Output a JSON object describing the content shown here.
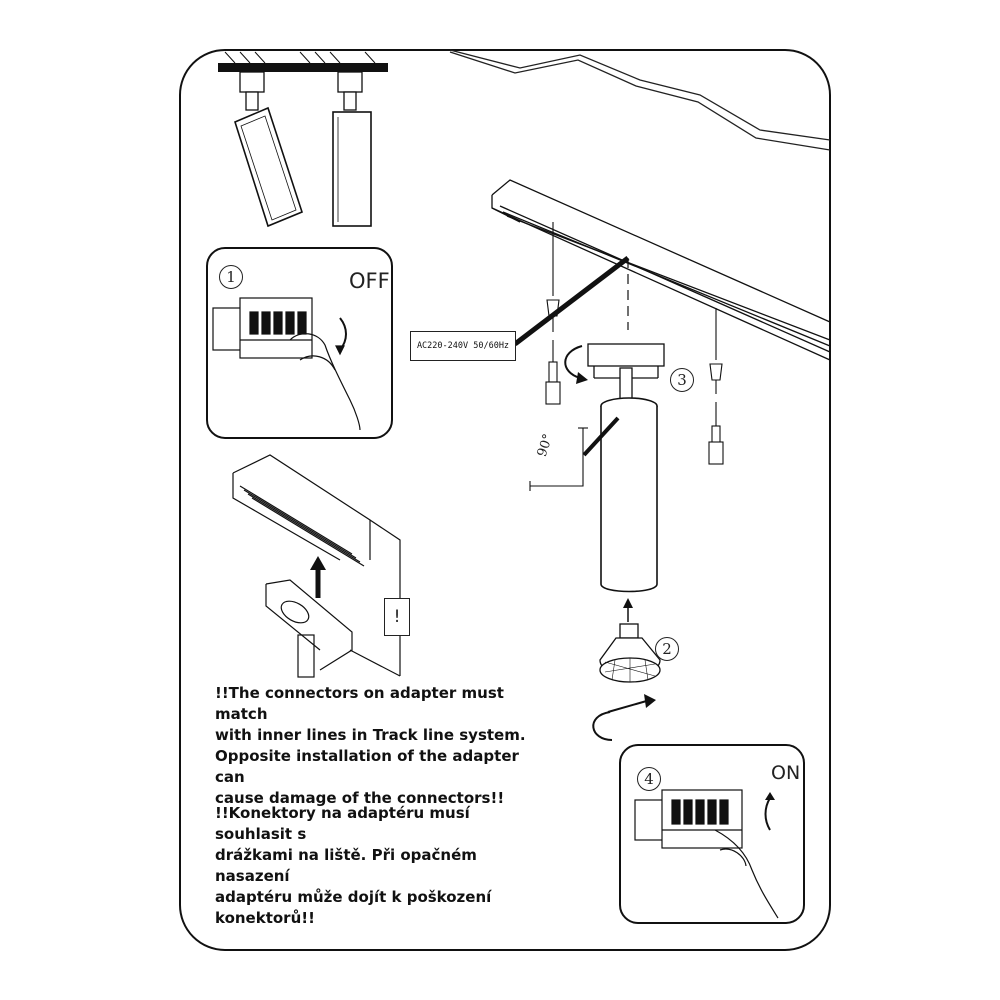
{
  "labels": {
    "off": "OFF",
    "on": "ON",
    "voltage": "AC220-240V 50/60Hz",
    "angle": "90°",
    "warning_mark": "!"
  },
  "steps": [
    "1",
    "2",
    "3",
    "4"
  ],
  "notes": {
    "english": "!!The connectors on adapter must match\nwith inner lines in Track line system.\nOpposite installation of the adapter can\ncause damage of the connectors!!",
    "czech": "!!Konektory na adaptéru musí souhlasit s\ndrážkami na liště. Při opačném nasazení\nadaptéru může dojít k poškození\nkonektorů!!"
  }
}
